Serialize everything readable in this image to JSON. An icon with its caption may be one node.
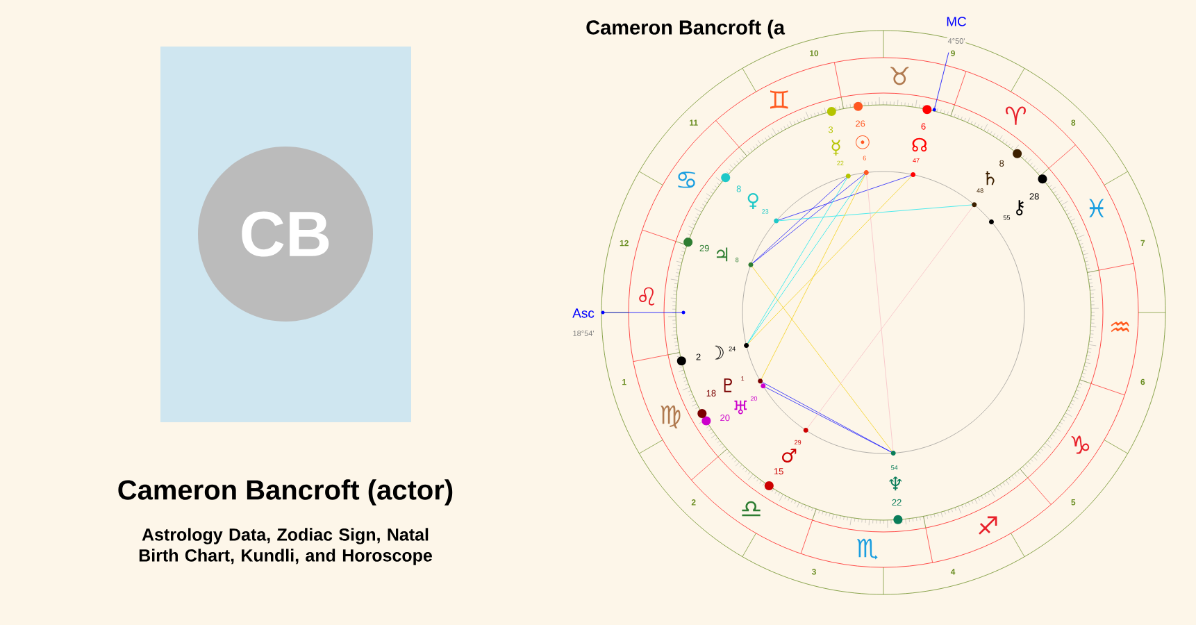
{
  "diagram": {
    "title": "Cameron Bancroft (actor)",
    "nodes": [
      {
        "text": [],
        "shape": "box"
      },
      {
        "text": [
          "CB"
        ],
        "in": 0
      }
    ],
    "labels": [
      "Cameron Bancroft (a",
      "MC",
      "4°50'",
      "Asc",
      "18°54'",
      "Astrology Data, Zodiac Sign, Natal Birth Chart, Kundli, and Horoscope",
      "1",
      "2",
      "3",
      "4",
      "5",
      "6",
      "7",
      "8",
      "9",
      "10",
      "11",
      "12",
      "♈",
      "♉",
      "♊",
      "♋",
      "♌",
      "♍",
      "♎",
      "♏",
      "♐",
      "♑",
      "♒",
      "♓",
      "☉",
      "26",
      "6",
      "☽",
      "2",
      "24",
      "☿",
      "3",
      "22",
      "♀",
      "8",
      "23",
      "♂",
      "15",
      "29",
      "♃",
      "29",
      "8",
      "♄",
      "8",
      "48",
      "♅",
      "20",
      "20",
      "♆",
      "22",
      "54",
      "♇",
      "18",
      "1",
      "☊",
      "6",
      "47",
      "⚷",
      "28",
      "55"
    ]
  }
}
